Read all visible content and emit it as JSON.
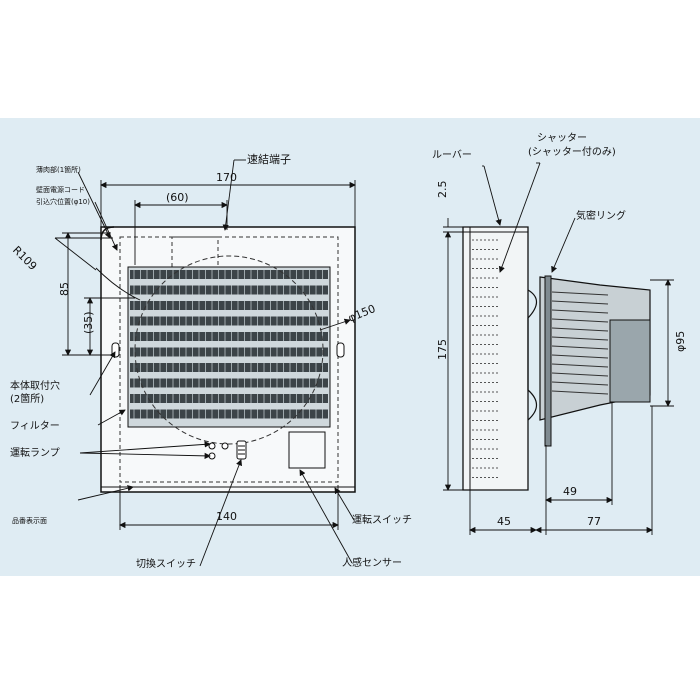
{
  "front_view": {
    "labels": {
      "terminal": "速結端子",
      "thin_part": "薄肉部(1箇所)",
      "cord_hole_1": "壁面電源コード",
      "cord_hole_2": "引込穴位置(φ10)",
      "mount_holes_1": "本体取付穴",
      "mount_holes_2": "(2箇所)",
      "filter": "フィルター",
      "run_lamp": "運転ランプ",
      "part_number_face": "品番表示面",
      "run_switch": "運転スイッチ",
      "change_switch": "切換スイッチ",
      "human_sensor": "人感センサー"
    },
    "dims": {
      "width": "170",
      "inner_width": "(60)",
      "radius": "R109",
      "height_upper": "85",
      "height_lower": "(35)",
      "diameter": "φ150",
      "bottom_width": "140"
    }
  },
  "side_view": {
    "labels": {
      "louver": "ルーバー",
      "shutter_1": "シャッター",
      "shutter_2": "(シャッター付のみ)",
      "airtight_ring": "気密リング"
    },
    "dims": {
      "top_gap": "2.5",
      "height": "175",
      "diameter": "φ95",
      "depth_inner": "49",
      "depth_front": "45",
      "depth_rear": "77"
    }
  }
}
